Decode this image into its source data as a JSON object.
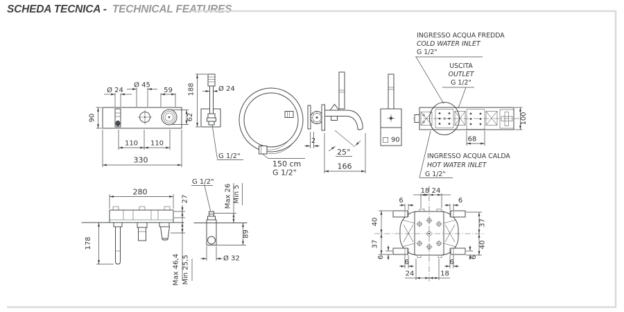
{
  "title": {
    "primary": "SCHEDA TECNICA -",
    "secondary": "TECHNICAL FEATURES"
  },
  "colors": {
    "line": "#47484b",
    "text": "#333437",
    "frame": "#d9d9d9",
    "title_primary": "#3f4043",
    "title_secondary": "#98999c"
  },
  "front_view": {
    "dia_spout": "Ø 24",
    "dia_cartridge": "Ø 45",
    "handle_offset": "59",
    "height": "90",
    "handle_dia": "62",
    "spacing_left": "110",
    "spacing_right": "110",
    "width": "330"
  },
  "handshower_front": {
    "height": "188",
    "dia": "Ø 24",
    "thread": "G 1/2\""
  },
  "hose": {
    "length": "150 cm",
    "thread": "G 1/2\""
  },
  "spout_side": {
    "gap": "2",
    "angle": "25°",
    "reach": "166"
  },
  "handshower_plate": {
    "size": "□ 90"
  },
  "inwall_body": {
    "height": "100",
    "outlet_width": "68",
    "cold": {
      "line1": "INGRESSO ACQUA FREDDA",
      "line2": "COLD WATER INLET",
      "line3": "G 1/2\""
    },
    "outlet": {
      "line1": "USCITA",
      "line2": "OUTLET",
      "line3": "G 1/2\""
    },
    "hot": {
      "line1": "INGRESSO ACQUA CALDA",
      "line2": "HOT WATER INLET",
      "line3": "G 1/2\""
    }
  },
  "top_view": {
    "width": "280",
    "plate_thickness": "27",
    "spout_length": "178",
    "depth_max": "Max 46,4",
    "depth_min": "Min 25,5"
  },
  "outlet_elbow": {
    "thread": "G 1/2\"",
    "adjust_max": "Max 26",
    "adjust_min": "Min 5",
    "depth": "89",
    "dia": "Ø 32"
  },
  "rough_section": {
    "top_left": "18",
    "top_right": "24",
    "top_off_left": "6",
    "top_off_right": "6",
    "left_upper": "40",
    "left_lower": "37",
    "right_upper": "37",
    "right_lower": "40",
    "side_off_left": "6",
    "side_off_right": "6",
    "bot_off_left": "6",
    "bot_off_right": "6",
    "bottom_left": "24",
    "bottom_right": "18"
  }
}
